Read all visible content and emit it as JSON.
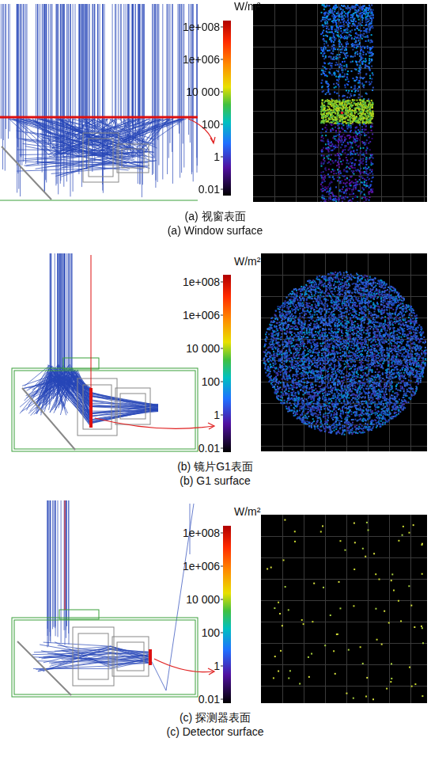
{
  "diagram": {
    "labels": [
      "W/m²",
      "1e+008",
      "1e+006",
      "10 000",
      "100",
      "1",
      "0.01",
      "(a) 视窗表面",
      "(a) Window surface",
      "W/m²",
      "1e+008",
      "1e+006",
      "10 000",
      "100",
      "1",
      "0.01",
      "(b) 镜片G1表面",
      "(b) G1 surface",
      "W/m²",
      "1e+008",
      "1e+006",
      "10 000",
      "100",
      "1",
      "0.01",
      "(c) 探测器表面",
      "(c) Detector surface"
    ]
  }
}
